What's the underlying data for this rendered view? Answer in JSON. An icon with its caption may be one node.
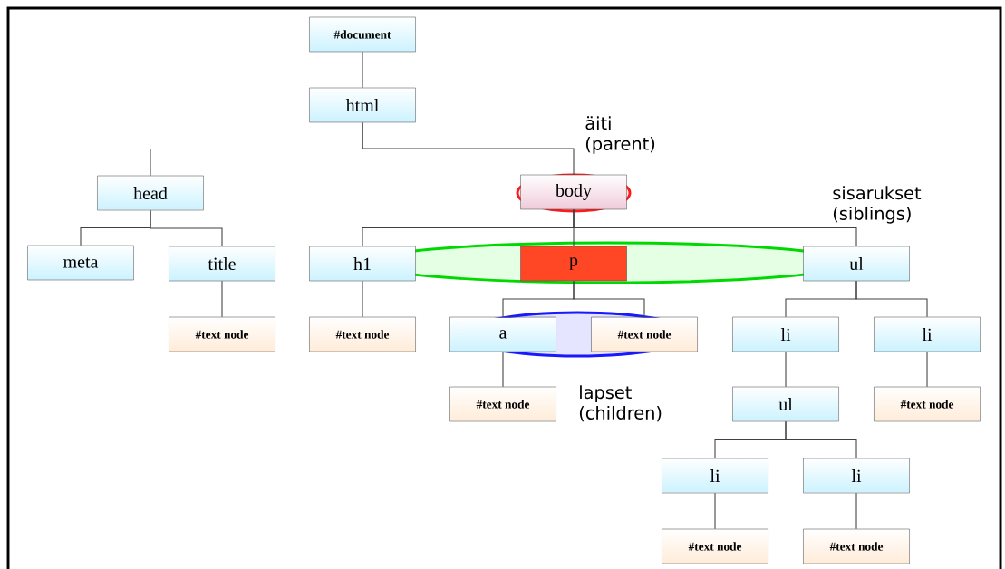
{
  "diagram": {
    "nodes": [
      {
        "text": [
          "#document"
        ]
      },
      {
        "text": [
          "html"
        ]
      },
      {
        "text": [
          "head"
        ]
      },
      {
        "text": [
          "body"
        ]
      },
      {
        "text": [
          "meta"
        ]
      },
      {
        "text": [
          "title"
        ]
      },
      {
        "text": [
          "h1"
        ]
      },
      {
        "text": [
          "p"
        ]
      },
      {
        "text": [
          "ul"
        ]
      },
      {
        "text": [
          "#text node"
        ]
      },
      {
        "text": [
          "#text node"
        ]
      },
      {
        "text": [
          "a"
        ]
      },
      {
        "text": [
          "#text node"
        ]
      },
      {
        "text": [
          "li"
        ]
      },
      {
        "text": [
          "li"
        ]
      },
      {
        "text": [
          "#text node"
        ]
      },
      {
        "text": [
          "ul"
        ]
      },
      {
        "text": [
          "#text node"
        ]
      },
      {
        "text": [
          "li"
        ]
      },
      {
        "text": [
          "li"
        ]
      },
      {
        "text": [
          "#text node"
        ]
      },
      {
        "text": [
          "#text node"
        ]
      }
    ],
    "edges": [
      {
        "from": 0,
        "to": 1,
        "arrow": "none"
      },
      {
        "from": 1,
        "to": 2,
        "arrow": "none"
      },
      {
        "from": 1,
        "to": 3,
        "arrow": "none"
      },
      {
        "from": 2,
        "to": 4,
        "arrow": "none"
      },
      {
        "from": 2,
        "to": 5,
        "arrow": "none"
      },
      {
        "from": 3,
        "to": 6,
        "arrow": "none"
      },
      {
        "from": 3,
        "to": 7,
        "arrow": "none"
      },
      {
        "from": 3,
        "to": 8,
        "arrow": "none"
      },
      {
        "from": 5,
        "to": 9,
        "arrow": "none"
      },
      {
        "from": 6,
        "to": 10,
        "arrow": "none"
      },
      {
        "from": 7,
        "to": 11,
        "arrow": "none"
      },
      {
        "from": 7,
        "to": 12,
        "arrow": "none"
      },
      {
        "from": 8,
        "to": 13,
        "arrow": "none"
      },
      {
        "from": 8,
        "to": 14,
        "arrow": "none"
      },
      {
        "from": 11,
        "to": 15,
        "arrow": "none"
      },
      {
        "from": 13,
        "to": 16,
        "arrow": "none"
      },
      {
        "from": 14,
        "to": 17,
        "arrow": "none"
      },
      {
        "from": 16,
        "to": 18,
        "arrow": "none"
      },
      {
        "from": 16,
        "to": 19,
        "arrow": "none"
      },
      {
        "from": 18,
        "to": 20,
        "arrow": "none"
      },
      {
        "from": 19,
        "to": 21,
        "arrow": "none"
      }
    ],
    "labels": [
      "äiti (parent)",
      "sisarukset (siblings)",
      "lapset (children)"
    ]
  }
}
